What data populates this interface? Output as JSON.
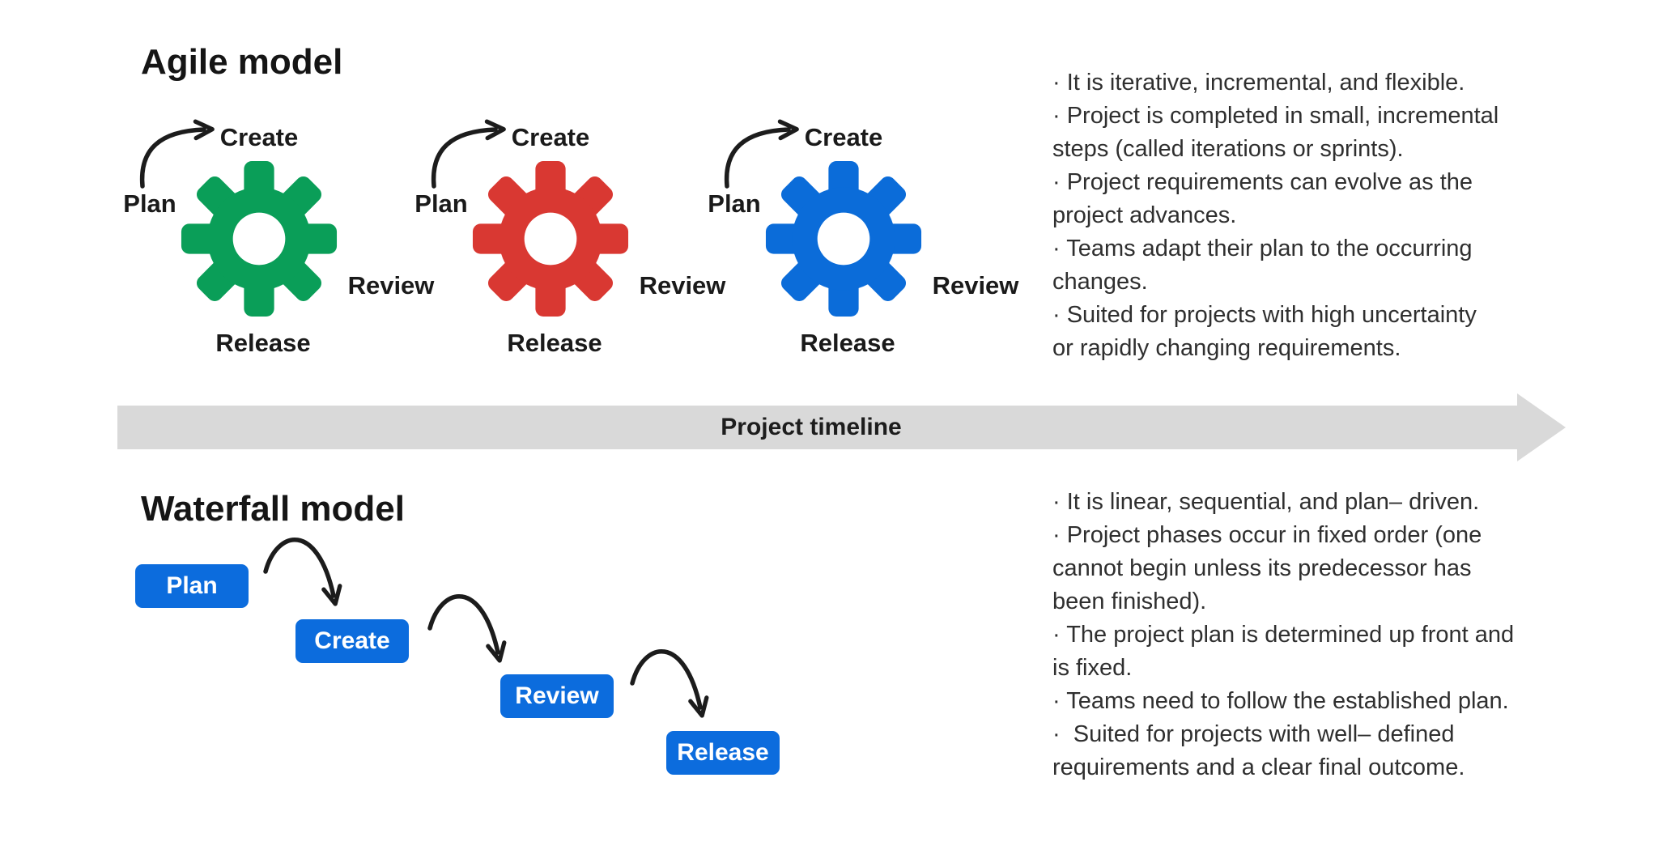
{
  "agile": {
    "title": "Agile model",
    "stage_labels": {
      "top": "Create",
      "left": "Plan",
      "right": "Review",
      "bottom": "Release"
    },
    "gear_colors": [
      "#0A9E58",
      "#D93832",
      "#0B6CD9"
    ],
    "bullets": [
      "· It is iterative, incremental, and flexible.",
      "· Project is completed in small, incremental\nsteps (called iterations or sprints).",
      "· Project requirements can evolve as the\nproject advances.",
      "· Teams adapt their plan to the occurring\nchanges.",
      "· Suited for projects with high uncertainty\nor rapidly changing requirements."
    ]
  },
  "timeline": {
    "label": "Project timeline",
    "arrow_color": "#D9D9D9"
  },
  "waterfall": {
    "title": "Waterfall model",
    "steps": [
      "Plan",
      "Create",
      "Review",
      "Release"
    ],
    "box_color": "#0C6CDD",
    "bullets": [
      "· It is linear, sequential, and plan– driven.",
      "· Project phases occur in fixed order (one\ncannot begin unless its predecessor has\nbeen finished).",
      "· The project plan is determined up front and\nis fixed.",
      "· Teams need to follow the established plan.",
      "·  Suited for projects with well– defined\nrequirements and a clear final outcome."
    ]
  },
  "arrow_stroke_color": "#1C1C1C"
}
